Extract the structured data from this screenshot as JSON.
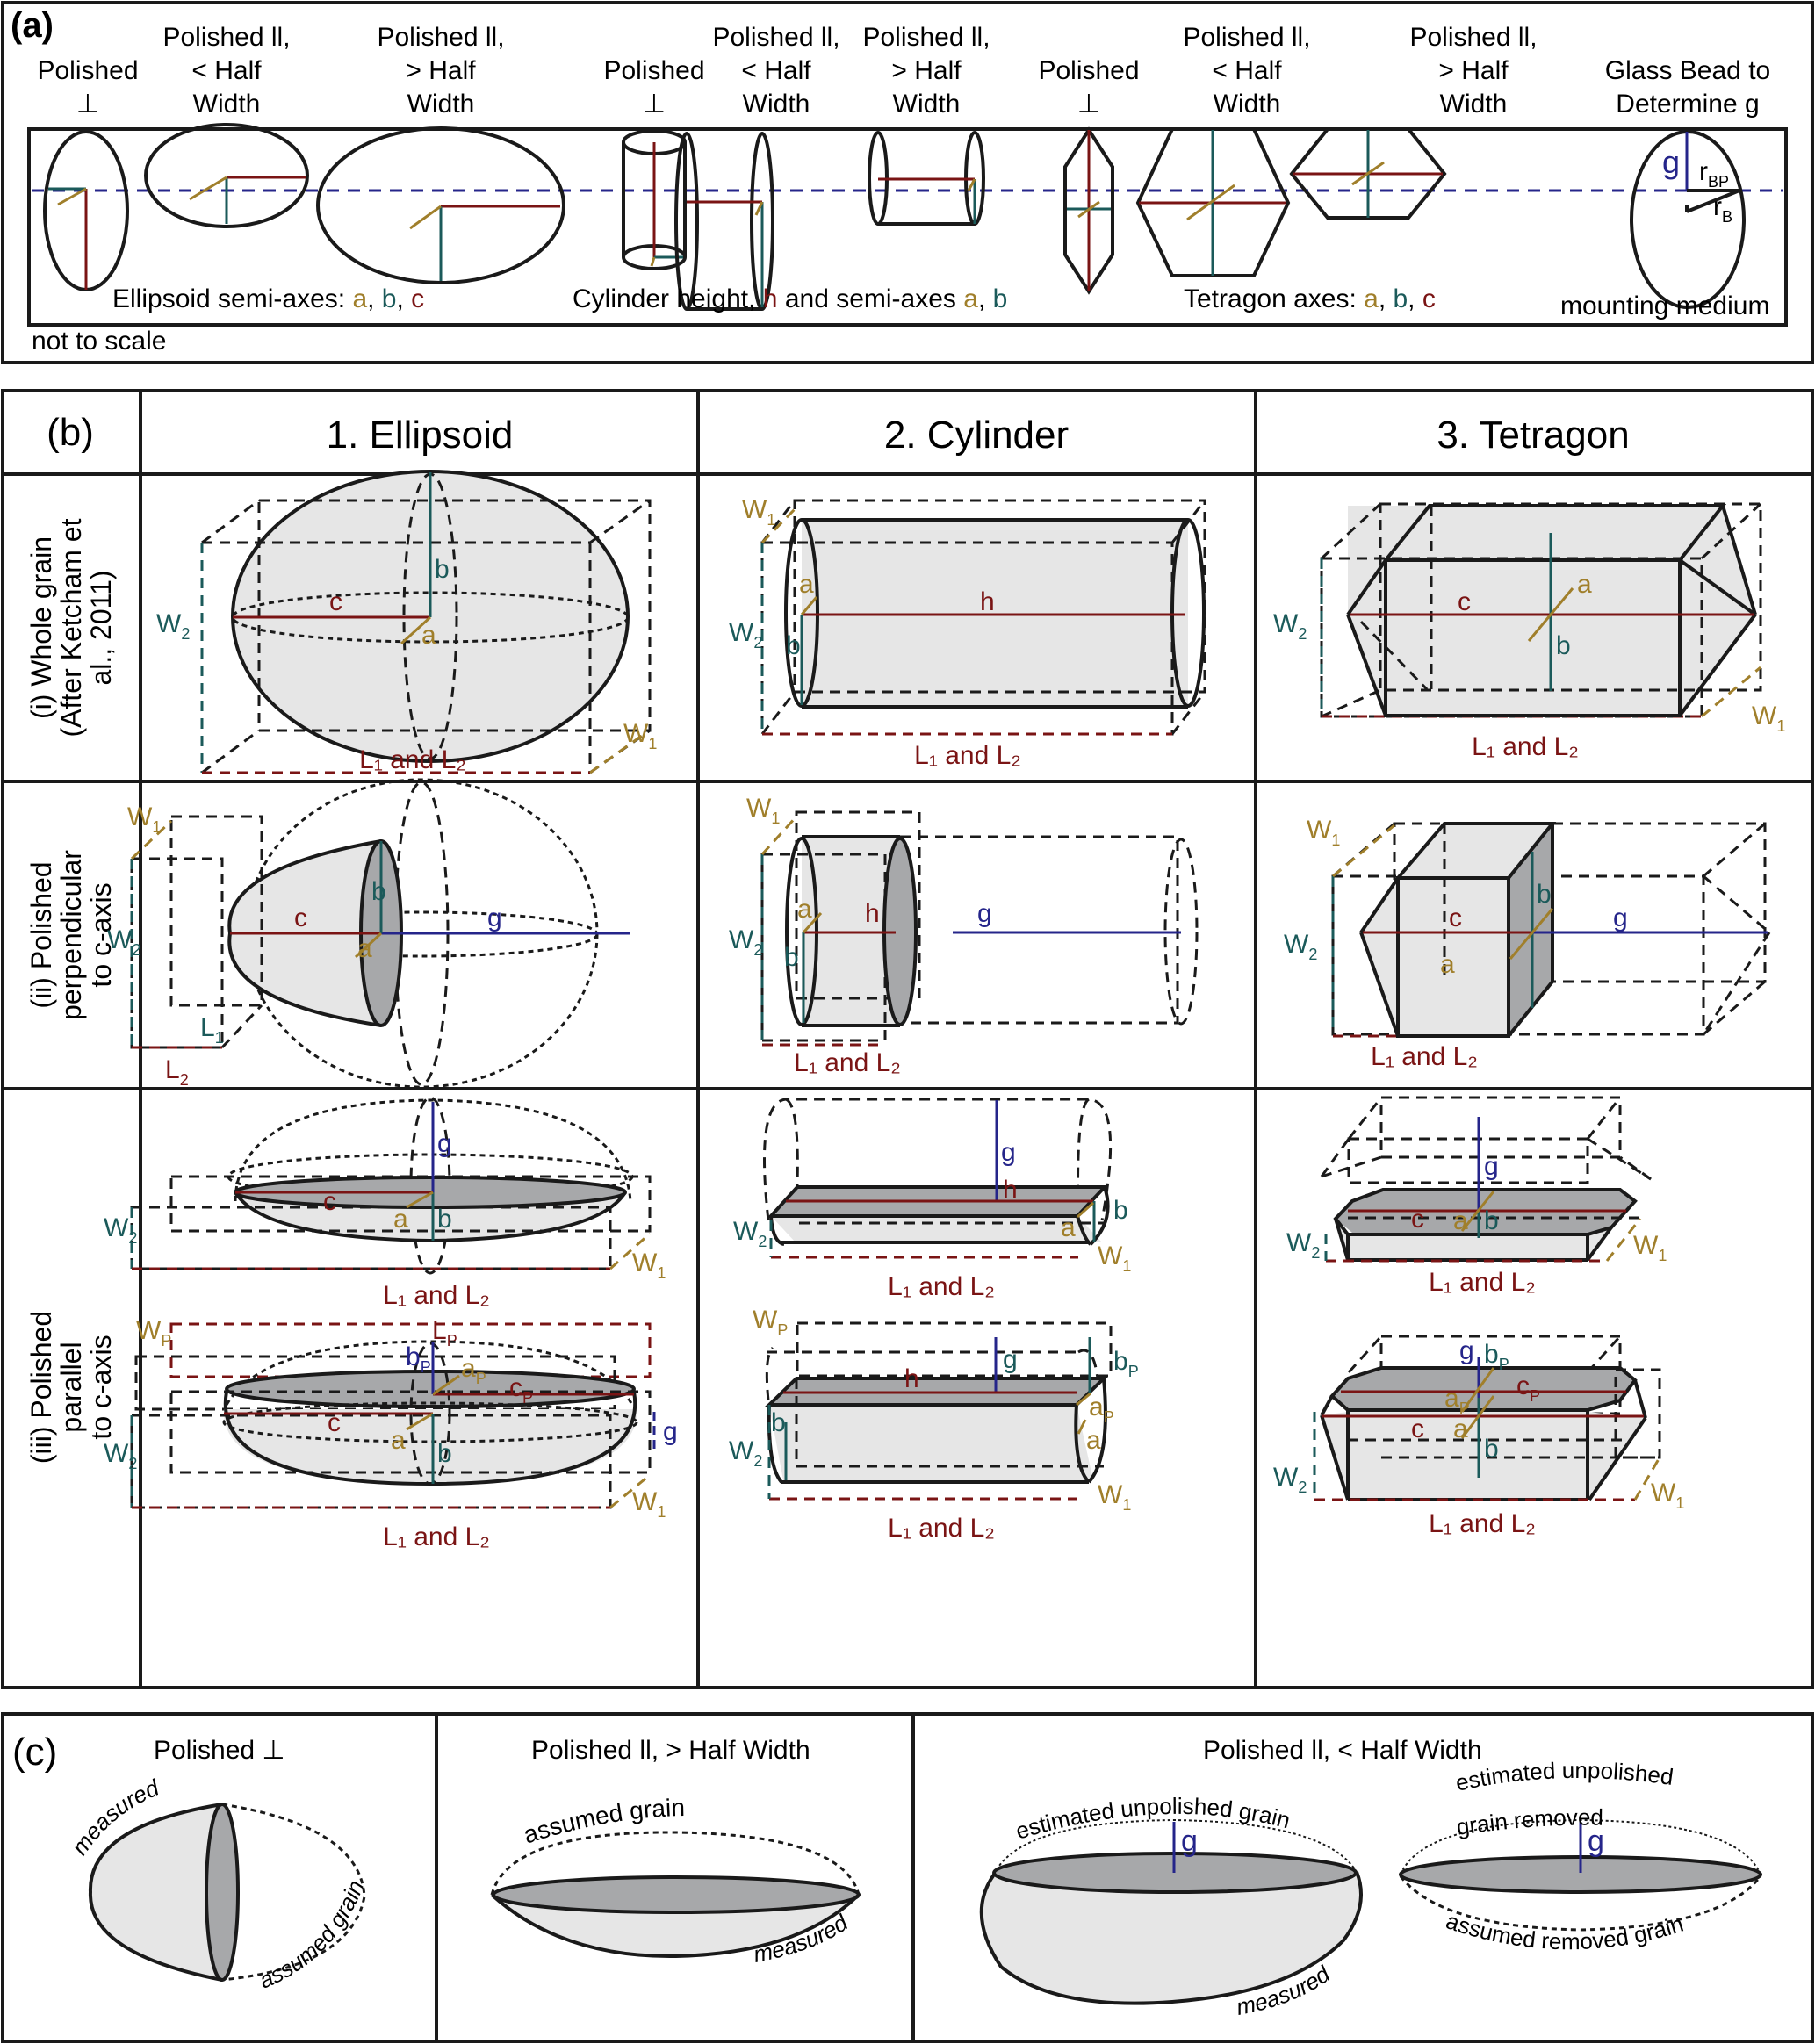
{
  "colors": {
    "axis_a": "#a07f2b",
    "axis_b": "#1b5a5a",
    "axis_c": "#7a1414",
    "axis_g": "#25258a",
    "polished_face": "#a7a8aa",
    "grain_fill": "#e6e6e6"
  },
  "panel_a": {
    "label": "(a)",
    "columns": [
      {
        "line1": "",
        "line2": "Polished",
        "line3": "⊥"
      },
      {
        "line1": "Polished ll,",
        "line2": "< Half",
        "line3": "Width"
      },
      {
        "line1": "Polished ll,",
        "line2": "> Half",
        "line3": "Width"
      },
      {
        "line1": "",
        "line2": "Polished",
        "line3": "⊥"
      },
      {
        "line1": "Polished ll,",
        "line2": "< Half",
        "line3": "Width"
      },
      {
        "line1": "Polished ll,",
        "line2": "> Half",
        "line3": "Width"
      },
      {
        "line1": "",
        "line2": "Polished",
        "line3": "⊥"
      },
      {
        "line1": "Polished ll,",
        "line2": "< Half",
        "line3": "Width"
      },
      {
        "line1": "Polished ll,",
        "line2": "> Half",
        "line3": "Width"
      },
      {
        "line1": "",
        "line2": "Glass Bead to",
        "line3": "Determine g"
      }
    ],
    "captions": {
      "ellipsoid_prefix": "Ellipsoid semi-axes: ",
      "cylinder_prefix": "Cylinder height, ",
      "cylinder_mid": " and semi-axes ",
      "tetragon_prefix": "Tetragon axes: ",
      "a": "a",
      "b": "b",
      "c": "c",
      "h": "h",
      "sep": ", ",
      "mounting_medium": "mounting medium",
      "not_to_scale": "not to scale"
    },
    "bead": {
      "g": "g",
      "r": "r",
      "r_bp_sub": "BP",
      "r_b_sub": "B"
    }
  },
  "panel_b": {
    "label": "(b)",
    "columns": [
      "1. Ellipsoid",
      "2. Cylinder",
      "3. Tetragon"
    ],
    "rows": [
      {
        "lines": [
          "(i) Whole grain",
          "(After Ketcham et",
          "al., 2011)"
        ]
      },
      {
        "lines": [
          "(ii) Polished",
          "perpendicular",
          "to c-axis"
        ]
      },
      {
        "lines": [
          "(iii) Polished",
          "parallel",
          "to c-axis"
        ]
      }
    ],
    "labels": {
      "a": "a",
      "b": "b",
      "c": "c",
      "g": "g",
      "h": "h",
      "W": "W",
      "L": "L",
      "sub1": "1",
      "sub2": "2",
      "subP": "P",
      "and": " and ",
      "L1_and_L2": "L₁ and L₂"
    }
  },
  "panel_c": {
    "label": "(c)",
    "sections": [
      {
        "title": "Polished ⊥",
        "labels": [
          "measured",
          "assumed grain"
        ]
      },
      {
        "title": "Polished ll, > Half Width",
        "labels": [
          "assumed grain",
          "measured"
        ]
      },
      {
        "title": "Polished ll, < Half Width",
        "labels": [
          "estimated unpolished grain",
          "g",
          "measured",
          "estimated unpolished",
          "grain removed",
          "g",
          "assumed removed grain"
        ]
      }
    ]
  }
}
